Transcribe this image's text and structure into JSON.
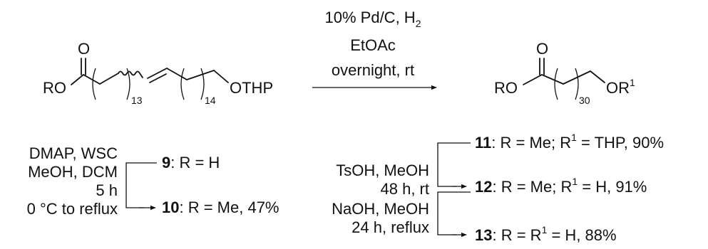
{
  "reaction": {
    "conditions": [
      "10% Pd/C, H",
      "2",
      "EtOAc",
      "overnight, rt"
    ]
  },
  "reactant": {
    "carbonyl_o": "O",
    "ro": "RO",
    "n1": "13",
    "n2": "14",
    "othp": "OTHP"
  },
  "product": {
    "carbonyl_o": "O",
    "ro": "RO",
    "n": "30",
    "or": "OR",
    "sup": "1"
  },
  "esterification": {
    "conditions": [
      "DMAP, WSC",
      "MeOH, DCM",
      "5 h",
      "0 °C to reflux"
    ],
    "start": {
      "num": "9",
      "text": ": R = H"
    },
    "end": {
      "num": "10",
      "text": ": R = Me, 47%"
    }
  },
  "derivatives": {
    "tsoh_conditions": [
      "TsOH, MeOH",
      "48 h, rt"
    ],
    "naoh_conditions": [
      "NaOH, MeOH",
      "24 h, reflux"
    ],
    "c11": {
      "num": "11",
      "a": ": R = Me; R",
      "sup": "1",
      "b": " = THP, 90%"
    },
    "c12": {
      "num": "12",
      "a": ": R = Me; R",
      "sup": "1",
      "b": " = H, 91%"
    },
    "c13": {
      "num": "13",
      "a": ": R = R",
      "sup": "1",
      "b": " = H, 88%"
    }
  }
}
